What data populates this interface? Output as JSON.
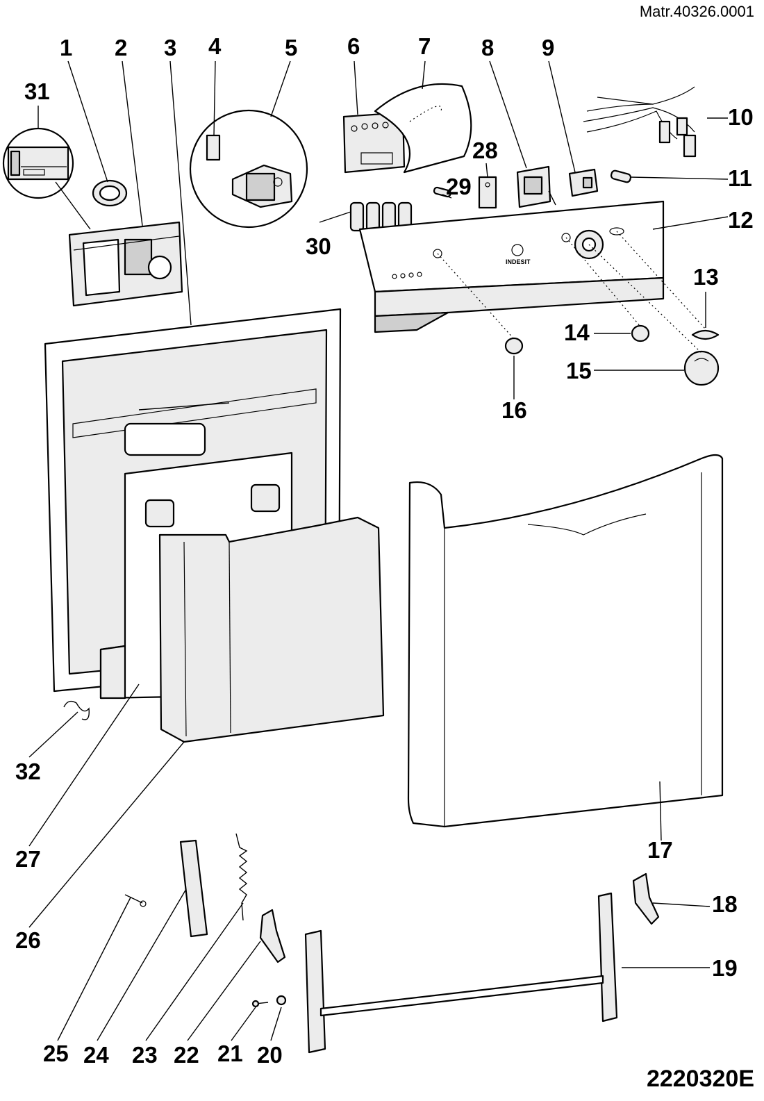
{
  "header": {
    "matr": "Matr.40326.0001"
  },
  "footer": {
    "code": "2220320E"
  },
  "brand": {
    "logo_text": "INDESIT"
  },
  "labels": {
    "l1": "1",
    "l2": "2",
    "l3": "3",
    "l4": "4",
    "l5": "5",
    "l6": "6",
    "l7": "7",
    "l8": "8",
    "l9": "9",
    "l10": "10",
    "l11": "11",
    "l12": "12",
    "l13": "13",
    "l14": "14",
    "l15": "15",
    "l16": "16",
    "l17": "17",
    "l18": "18",
    "l19": "19",
    "l20": "20",
    "l21": "21",
    "l22": "22",
    "l23": "23",
    "l24": "24",
    "l25": "25",
    "l26": "26",
    "l27": "27",
    "l28": "28",
    "l29": "29",
    "l30": "30",
    "l31": "31",
    "l32": "32"
  }
}
